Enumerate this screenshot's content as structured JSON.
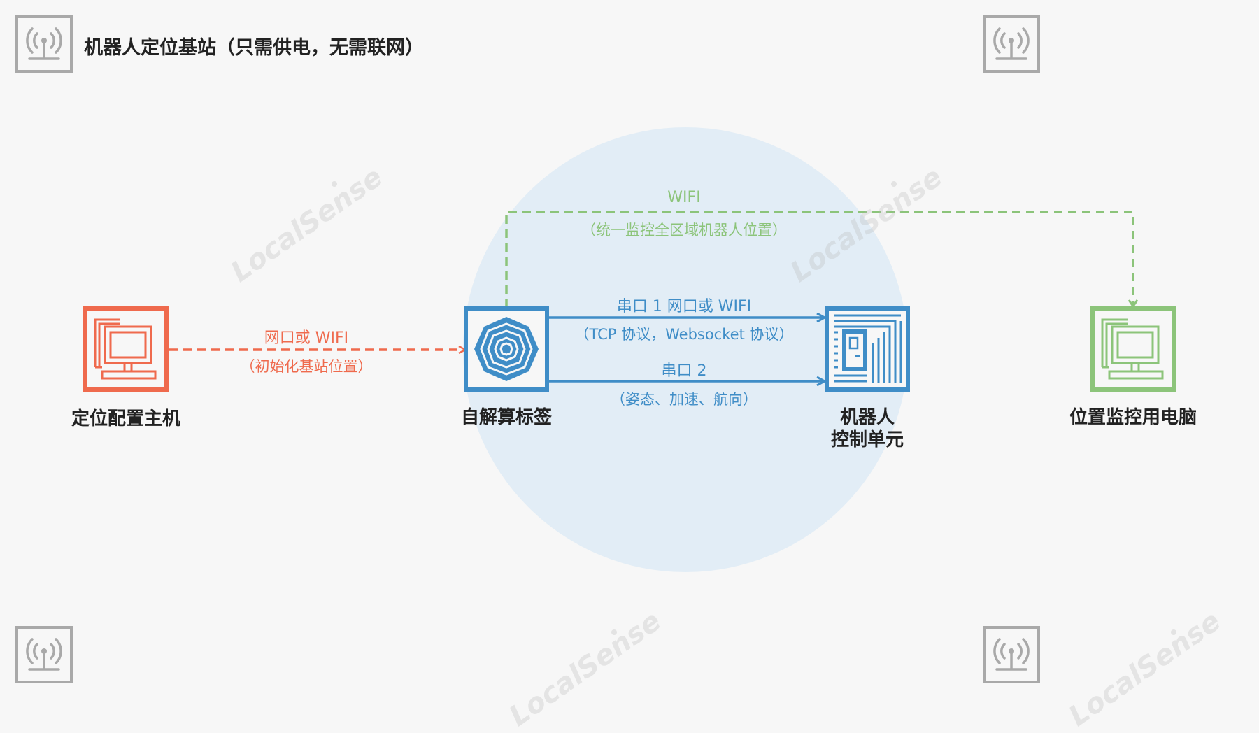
{
  "header": {
    "title": "机器人定位基站（只需供电，无需联网）"
  },
  "watermark": "LocalSense",
  "nodes": {
    "config_host": "定位配置主机",
    "tag": "自解算标签",
    "robot_line1": "机器人",
    "robot_line2": "控制单元",
    "monitor_pc": "位置监控用电脑"
  },
  "edges": {
    "config_to_tag": {
      "label": "网口或 WIFI",
      "sub": "（初始化基站位置）"
    },
    "tag_to_robot_1": {
      "label": "串口 1 网口或 WIFI",
      "sub": "（TCP 协议，Websocket 协议）"
    },
    "tag_to_robot_2": {
      "label": "串口 2",
      "sub": "（姿态、加速、航向）"
    },
    "tag_to_monitor": {
      "label": "WIFI",
      "sub": "（统一监控全区域机器人位置）"
    }
  },
  "colors": {
    "config": "#ef6a4d",
    "tag": "#3f8dc7",
    "monitor": "#8cc47a",
    "anchor": "#a9a9a9",
    "coverage": "#e2edf6"
  },
  "icons": {
    "anchor": "antenna-icon",
    "config_host": "computer-icon",
    "tag": "tag-icon",
    "robot": "chip-icon",
    "monitor_pc": "computer-icon"
  }
}
